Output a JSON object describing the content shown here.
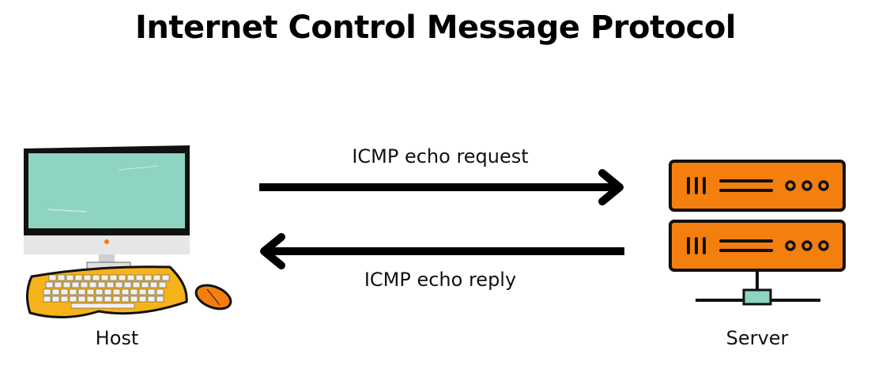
{
  "diagram": {
    "title": "Internet Control Message Protocol",
    "request_label": "ICMP echo request",
    "reply_label": "ICMP echo reply",
    "host_label": "Host",
    "server_label": "Server",
    "icons": {
      "host": "desktop-computer-icon",
      "server": "server-rack-icon"
    },
    "colors": {
      "screen": "#8fd3c3",
      "keyboard": "#f5b21b",
      "server_body": "#f47f0f",
      "server_connector": "#8fd3c3",
      "arrows": "#000000"
    }
  }
}
